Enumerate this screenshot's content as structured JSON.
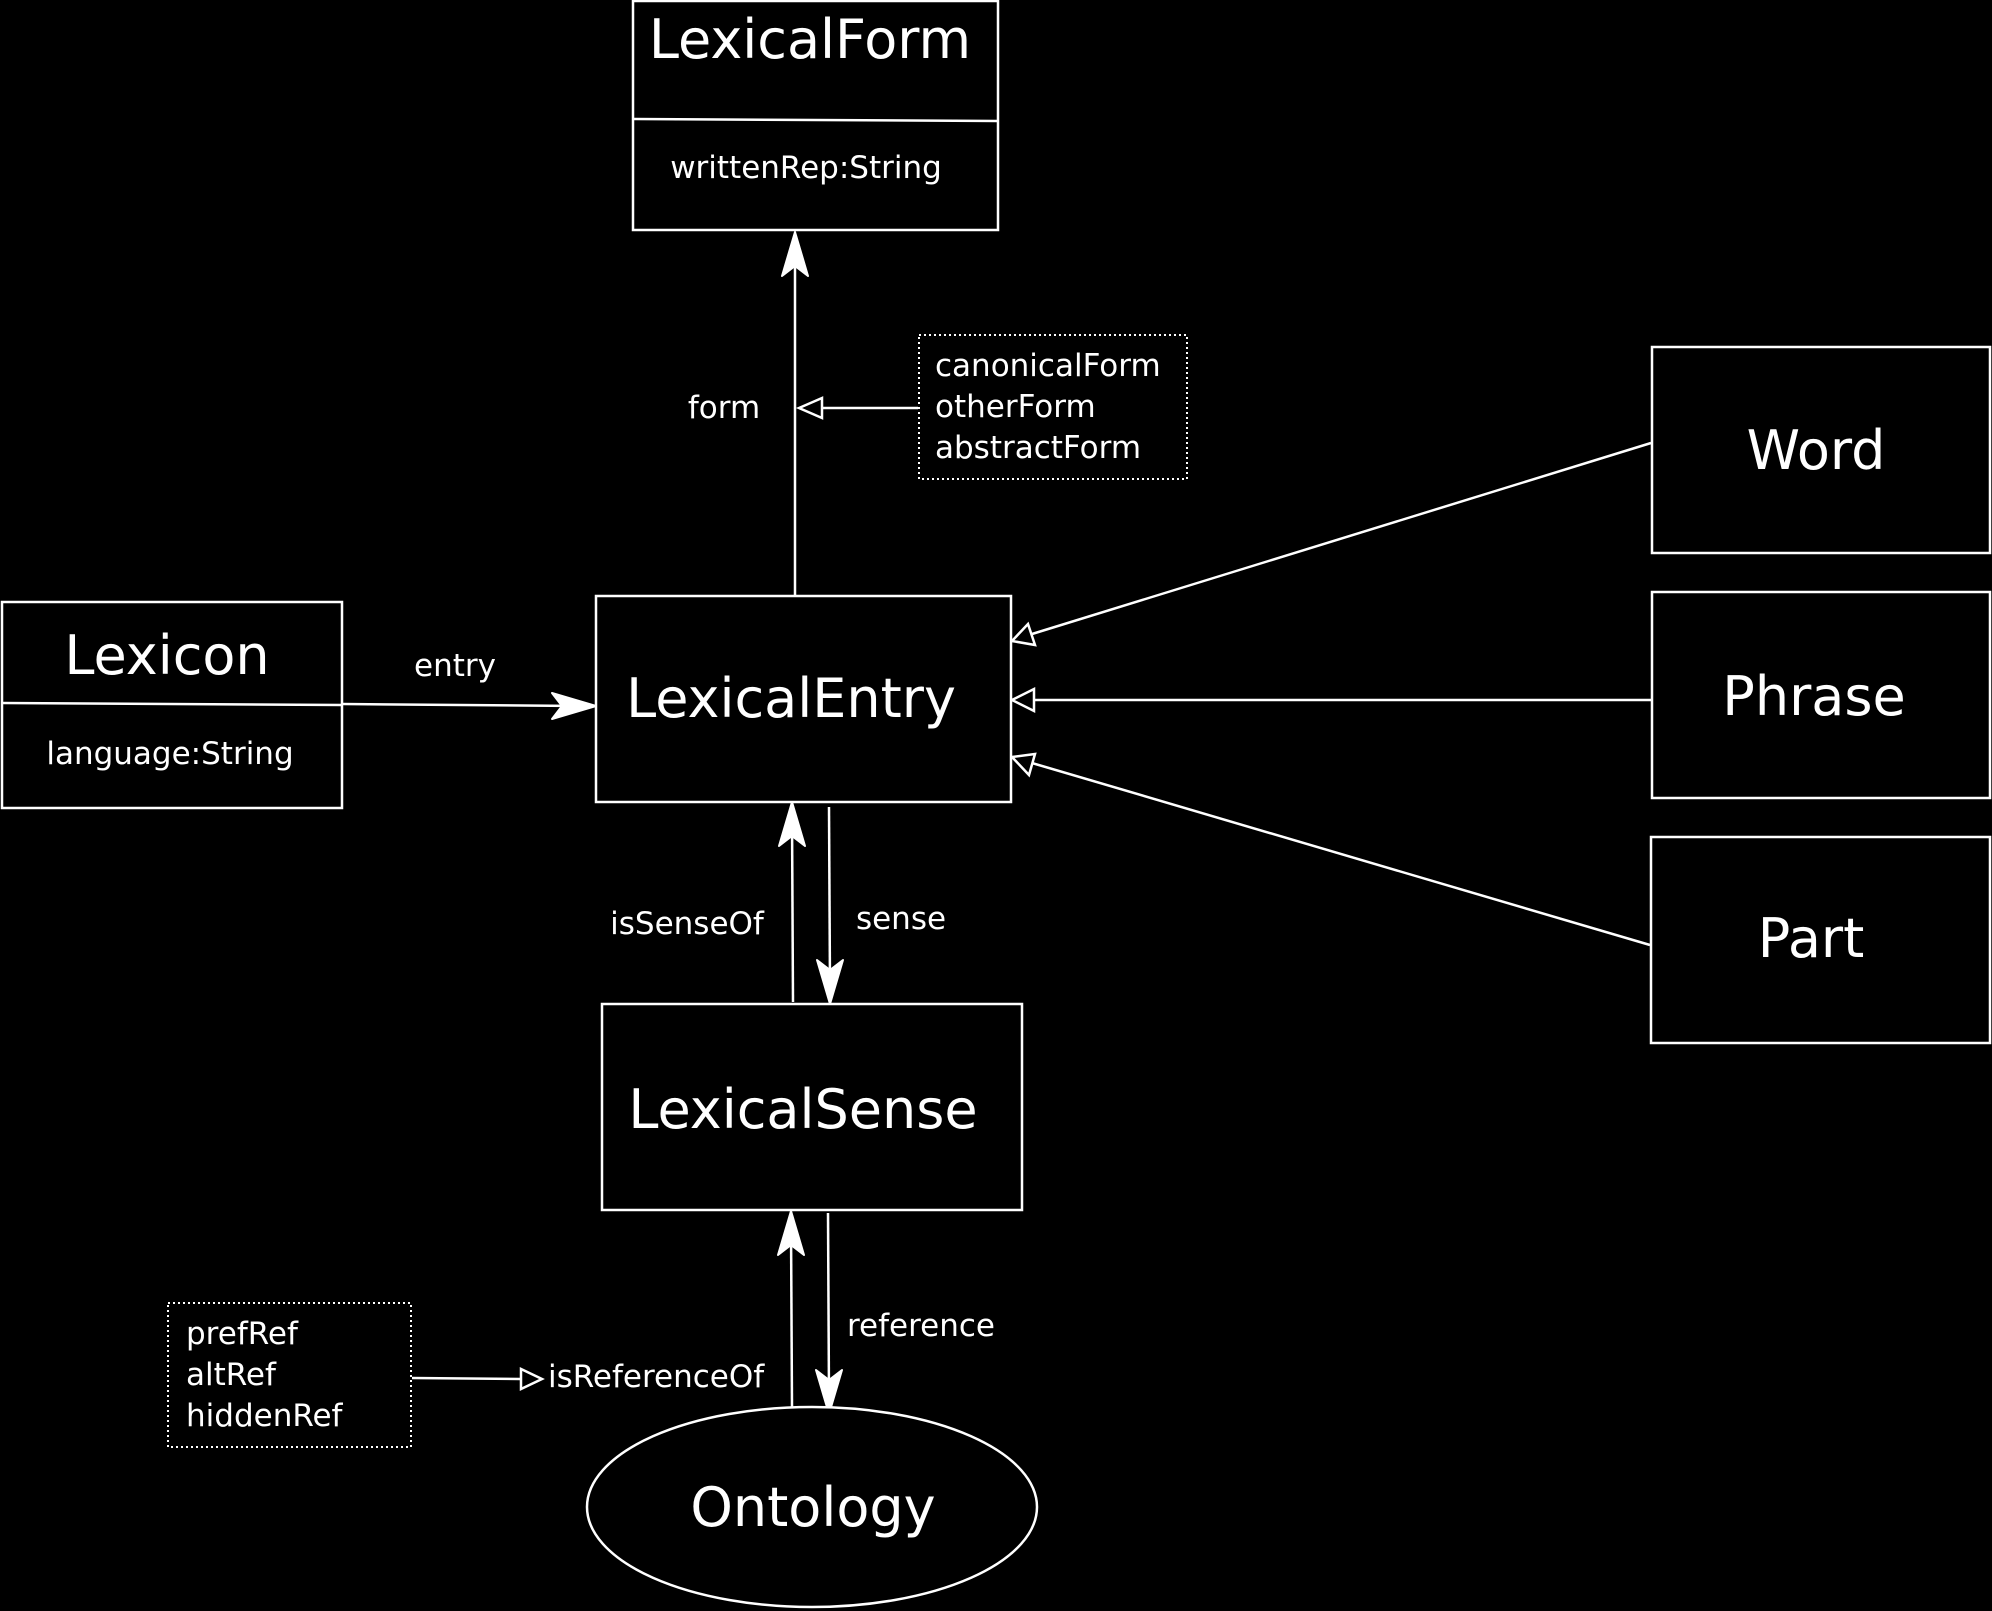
{
  "classes": {
    "lexical_form": {
      "name": "LexicalForm",
      "attribute": "writtenRep:String"
    },
    "lexicon": {
      "name": "Lexicon",
      "attribute": "language:String"
    },
    "lexical_entry": {
      "name": "LexicalEntry"
    },
    "word": {
      "name": "Word"
    },
    "phrase": {
      "name": "Phrase"
    },
    "part": {
      "name": "Part"
    },
    "lexical_sense": {
      "name": "LexicalSense"
    },
    "ontology": {
      "name": "Ontology"
    }
  },
  "relations": {
    "form": "form",
    "entry": "entry",
    "is_sense_of": "isSenseOf",
    "sense": "sense",
    "reference": "reference",
    "is_reference_of": "isReferenceOf"
  },
  "form_subproperties": [
    "canonicalForm",
    "otherForm",
    "abstractForm"
  ],
  "ref_subproperties": [
    "prefRef",
    "altRef",
    "hiddenRef"
  ],
  "colors": {
    "background": "#000000",
    "foreground": "#ffffff"
  }
}
